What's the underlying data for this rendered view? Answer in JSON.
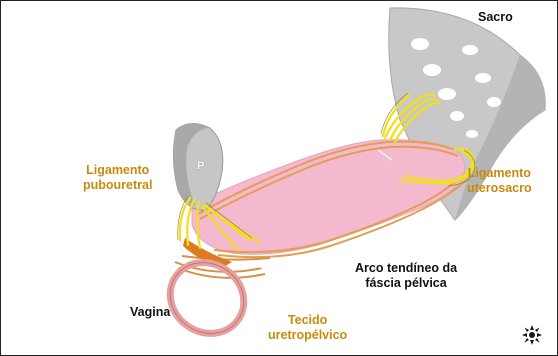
{
  "labels": {
    "sacro": "Sacro",
    "pubis": "P",
    "ligamento_pubouretral": [
      "Ligamento",
      "pubouretral"
    ],
    "ligamento_uterosacro": [
      "Ligamento",
      "uterosacro"
    ],
    "arco_tendineo": [
      "Arco tendíneo da",
      "fáscia pélvica"
    ],
    "vagina": "Vagina",
    "tecido_uretropelvico": [
      "Tecido",
      "uretropélvico"
    ]
  },
  "colors": {
    "label_gold": "#c98a0c",
    "label_dark": "#111111",
    "bone_gray": "#c8c8c8",
    "fascia_pink": "#f4b8cf",
    "ring_pink": "#e6a0a0",
    "ligament_yellow": "#f0e020",
    "band_orange": "#e0a050"
  },
  "icons": {
    "logo": "university-logo-icon"
  }
}
